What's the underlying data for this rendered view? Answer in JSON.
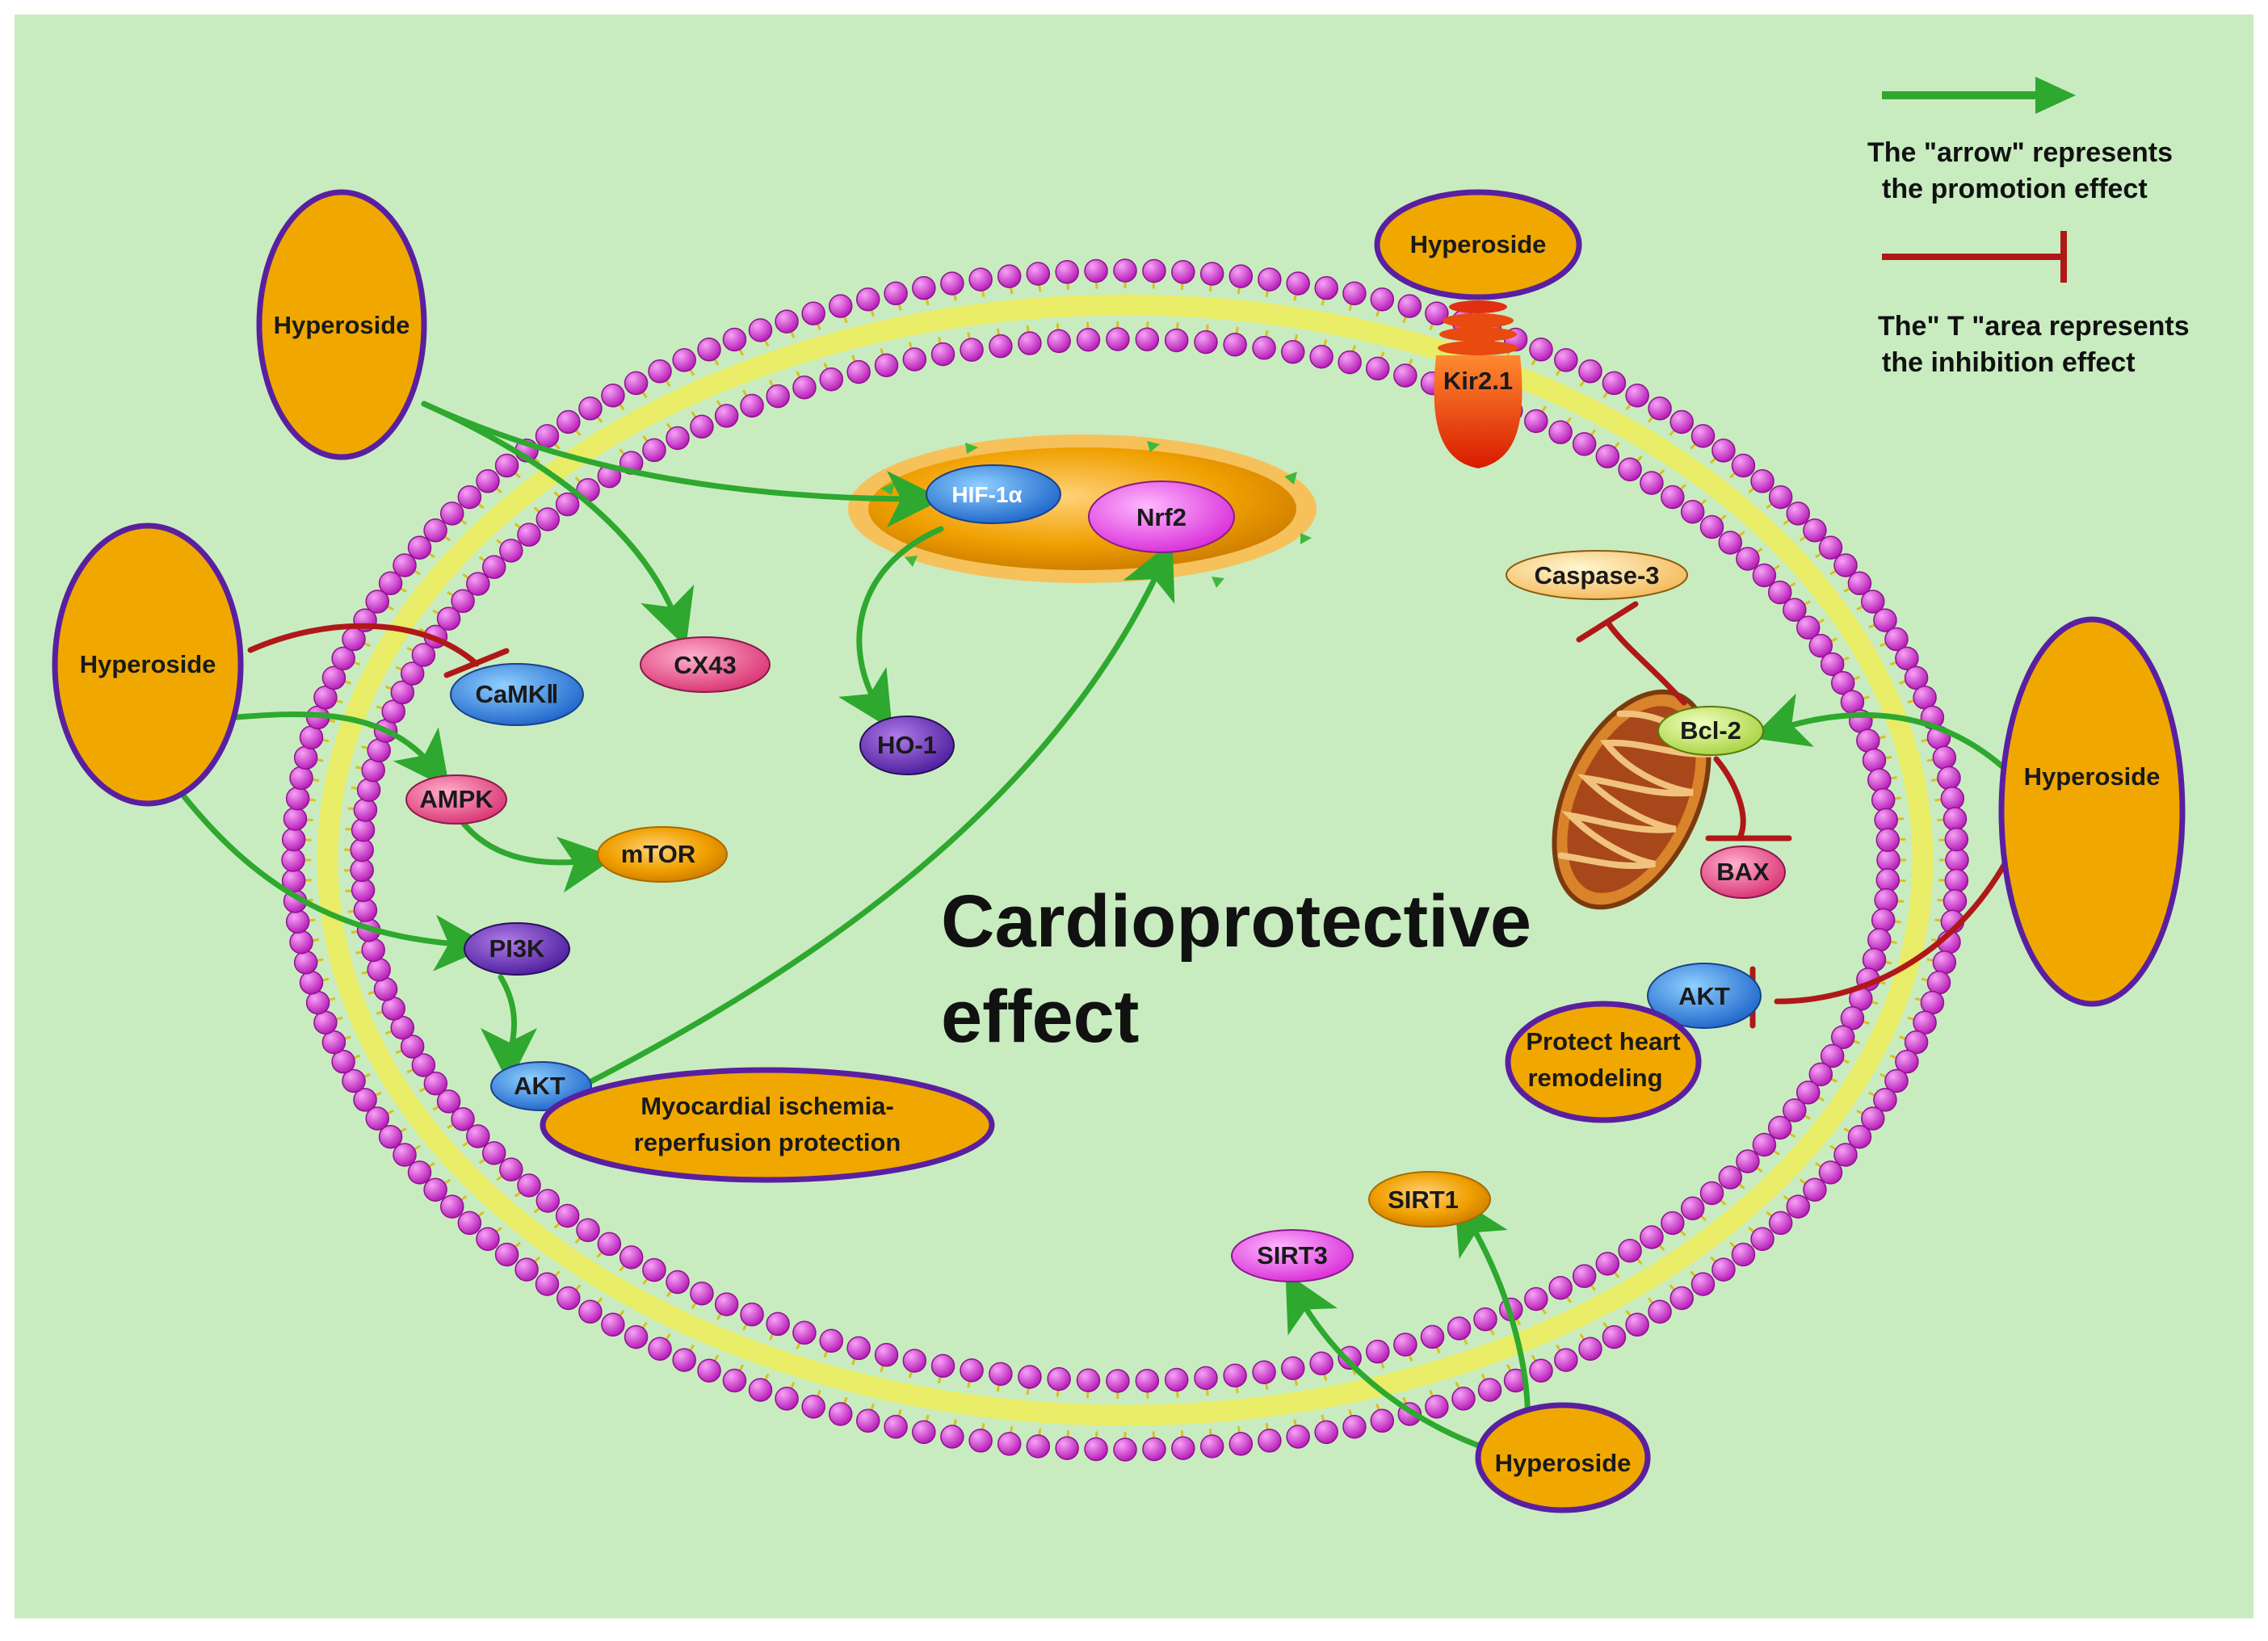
{
  "center": {
    "line1": "Cardioprotective",
    "line2": "effect"
  },
  "legend": {
    "arrow_line1": "The \"arrow\" represents",
    "arrow_line2": "the promotion effect",
    "inhib_line1": "The\" T \"area represents",
    "inhib_line2": "the inhibition effect"
  },
  "hyperoside": {
    "top_left": "Hyperoside",
    "mid_left": "Hyperoside",
    "top_center": "Hyperoside",
    "right": "Hyperoside",
    "bottom": "Hyperoside"
  },
  "molecules": {
    "hif1a": "HIF-1α",
    "nrf2": "Nrf2",
    "ho1": "HO-1",
    "cx43": "CX43",
    "camk2": "CaMKⅡ",
    "ampk": "AMPK",
    "mtor": "mTOR",
    "pi3k": "PI3K",
    "akt_left": "AKT",
    "akt_right": "AKT",
    "kir21": "Kir2.1",
    "caspase3": "Caspase-3",
    "bcl2": "Bcl-2",
    "bax": "BAX",
    "sirt1": "SIRT1",
    "sirt3": "SIRT3"
  },
  "outcomes": {
    "mirp_line1": "Myocardial ischemia-",
    "mirp_line2": "reperfusion protection",
    "phr_line1": "Protect heart",
    "phr_line2": "remodeling"
  },
  "colors": {
    "background": "#c8ecc0",
    "membrane_head": "#d63ed6",
    "membrane_tail": "#f2f23a",
    "hyperoside_fill": "#f0a800",
    "hyperoside_border": "#5a1fa0",
    "promotion_arrow": "#2ea82e",
    "inhibition": "#b01818"
  }
}
